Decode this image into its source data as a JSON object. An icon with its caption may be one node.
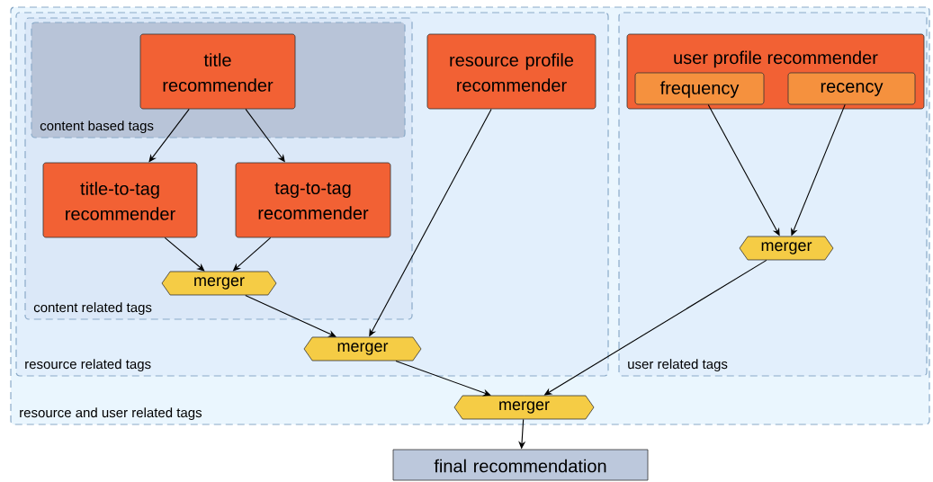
{
  "diagram": {
    "nodes": [
      {
        "text": [
          "resource and user related tags"
        ]
      },
      {
        "text": [
          "resource related tags"
        ],
        "in": 0
      },
      {
        "text": [
          "content related tags"
        ],
        "in": 1
      },
      {
        "text": [
          "content based tags"
        ],
        "in": 2
      },
      {
        "text": [
          "title recommender"
        ],
        "in": 3
      },
      {
        "text": [
          "title-to-tag recommender"
        ],
        "in": 2
      },
      {
        "text": [
          "tag-to-tag recommender"
        ],
        "in": 2
      },
      {
        "text": [
          "merger"
        ],
        "in": 2
      },
      {
        "text": [
          "resource profile recommender"
        ],
        "in": 1
      },
      {
        "text": [
          "merger"
        ],
        "in": 1
      },
      {
        "text": [
          "user related tags"
        ],
        "in": 0
      },
      {
        "text": [
          "user profile recommender"
        ],
        "in": 10
      },
      {
        "text": [
          "frequency"
        ],
        "in": 11
      },
      {
        "text": [
          "recency"
        ],
        "in": 11
      },
      {
        "text": [
          "merger"
        ],
        "in": 10
      },
      {
        "text": [
          "merger"
        ],
        "in": 0
      },
      {
        "text": [
          "final recommendation"
        ]
      }
    ],
    "edges": [
      {
        "from": 4,
        "to": 5,
        "arrow": "to"
      },
      {
        "from": 4,
        "to": 6,
        "arrow": "to"
      },
      {
        "from": 5,
        "to": 7,
        "arrow": "to"
      },
      {
        "from": 6,
        "to": 7,
        "arrow": "to"
      },
      {
        "from": 7,
        "to": 9,
        "arrow": "to"
      },
      {
        "from": 8,
        "to": 9,
        "arrow": "to"
      },
      {
        "from": 12,
        "to": 14,
        "arrow": "to"
      },
      {
        "from": 13,
        "to": 14,
        "arrow": "to"
      },
      {
        "from": 9,
        "to": 15,
        "arrow": "to"
      },
      {
        "from": 14,
        "to": 15,
        "arrow": "to"
      },
      {
        "from": 15,
        "to": 16,
        "arrow": "to"
      }
    ]
  }
}
